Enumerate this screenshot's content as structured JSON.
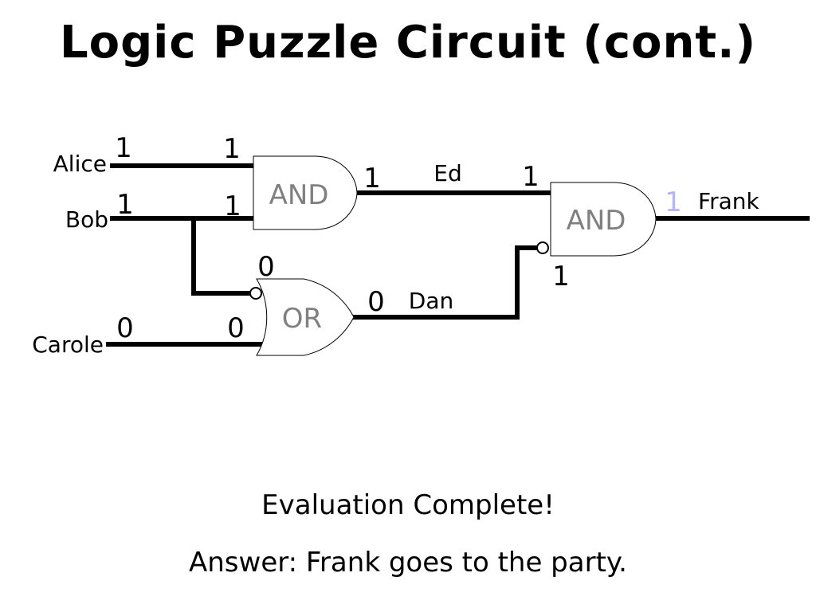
{
  "title": "Logic Puzzle Circuit (cont.)",
  "inputs": {
    "alice": {
      "name": "Alice",
      "value_in": "1",
      "value_gate": "1"
    },
    "bob": {
      "name": "Bob",
      "value_in": "1",
      "value_gate": "1"
    },
    "carole": {
      "name": "Carole",
      "value_in": "0",
      "value_gate": "0"
    }
  },
  "bob_to_or": {
    "value": "0"
  },
  "gates": {
    "and1": {
      "label": "AND"
    },
    "or1": {
      "label": "OR"
    },
    "and2": {
      "label": "AND"
    }
  },
  "wires": {
    "ed": {
      "name": "Ed",
      "value_out": "1",
      "value_in": "1"
    },
    "dan": {
      "name": "Dan",
      "value_out": "0",
      "value_in": "1"
    }
  },
  "output": {
    "name": "Frank",
    "value": "1",
    "value_color": "#b4b4ff"
  },
  "status": "Evaluation Complete!",
  "answer": "Answer: Frank goes to the party."
}
